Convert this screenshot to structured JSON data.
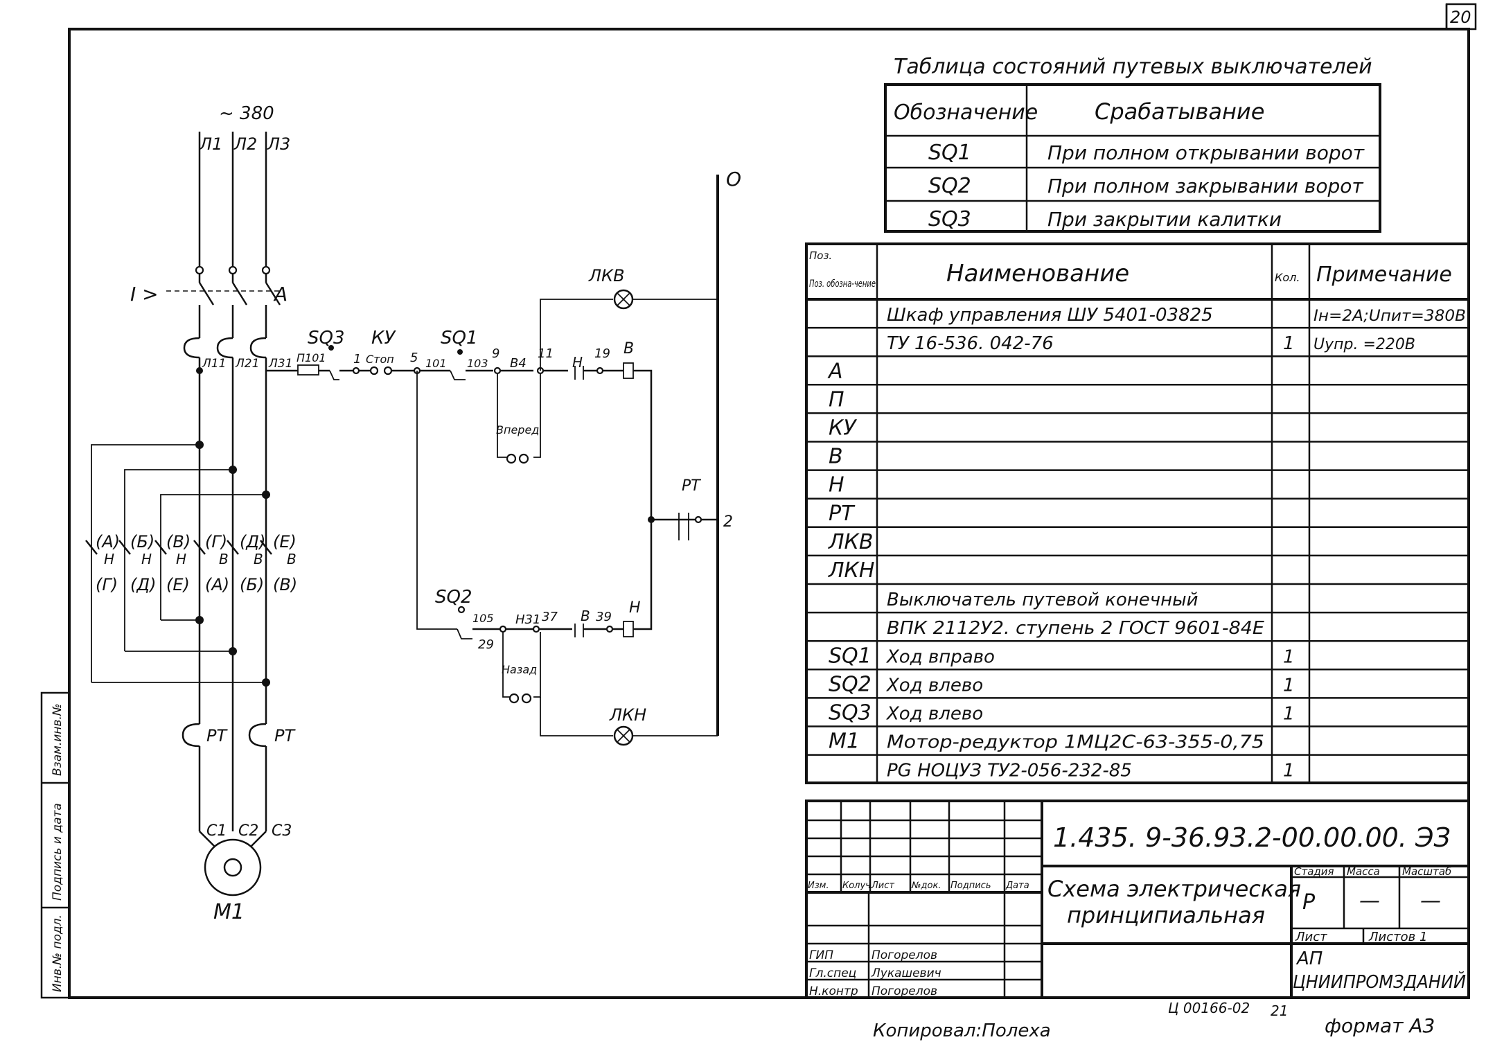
{
  "sheet_number": "20",
  "supply": {
    "voltage": "~ 380",
    "phases": [
      "Л1",
      "Л2",
      "Л3"
    ],
    "neutral": "О"
  },
  "power_circuit": {
    "breaker_left": "I >",
    "breaker_right": "А",
    "nodes": [
      "Л11",
      "Л21",
      "Л31"
    ],
    "contactor_top": [
      "(А)",
      "(Б)",
      "(В)",
      "(Г)",
      "(Д)",
      "(Е)"
    ],
    "contactor_mid": [
      "Н",
      "Н",
      "Н",
      "В",
      "В",
      "В"
    ],
    "contactor_bot": [
      "(Г)",
      "(Д)",
      "(Е)",
      "(А)",
      "(Б)",
      "(В)"
    ],
    "thermal": [
      "РТ",
      "РТ"
    ],
    "motor_terminals": [
      "С1",
      "С2",
      "С3"
    ],
    "motor": "М1"
  },
  "control_circuit": {
    "labels": {
      "fuse": "П101",
      "sq3": "SQ3",
      "ku": "КУ",
      "stop": "Стоп",
      "n1": "1",
      "n5": "5",
      "n101": "101",
      "sq1": "SQ1",
      "n103": "103",
      "n9": "9",
      "b4": "В4",
      "n11": "11",
      "h": "Н",
      "n19": "19",
      "b": "В",
      "forward": "Вперед",
      "lamp_kv": "ЛКВ",
      "rt": "РТ",
      "n2": "2",
      "sq2": "SQ2",
      "n105": "105",
      "n29": "29",
      "h31": "Н31",
      "n37": "37",
      "b2": "В",
      "n39": "39",
      "h2": "Н",
      "back": "Назад",
      "lamp_kn": "ЛКН"
    }
  },
  "switch_table": {
    "title": "Таблица состояний путевых выключателей",
    "headers": [
      "Обозначение",
      "Срабатывание"
    ],
    "rows": [
      [
        "SQ1",
        "При полном открывании ворот"
      ],
      [
        "SQ2",
        "При полном закрывании ворот"
      ],
      [
        "SQ3",
        "При закрытии калитки"
      ]
    ]
  },
  "spec_table": {
    "headers": [
      "Поз. обозна-чение",
      "Наименование",
      "Кол.",
      "Примечание"
    ],
    "rows": [
      [
        "",
        "Шкаф управления ШУ 5401-03825",
        "",
        "Iн=2А;Uпит=380В"
      ],
      [
        "",
        "ТУ 16-536. 042-76",
        "1",
        "Uупр. =220В"
      ],
      [
        "А",
        "",
        "",
        ""
      ],
      [
        "П",
        "",
        "",
        ""
      ],
      [
        "КУ",
        "",
        "",
        ""
      ],
      [
        "В",
        "",
        "",
        ""
      ],
      [
        "Н",
        "",
        "",
        ""
      ],
      [
        "РТ",
        "",
        "",
        ""
      ],
      [
        "ЛКВ",
        "",
        "",
        ""
      ],
      [
        "ЛКН",
        "",
        "",
        ""
      ],
      [
        "",
        "Выключатель путевой конечный",
        "",
        ""
      ],
      [
        "",
        "ВПК 2112У2. ступень 2 ГОСТ 9601-84Е",
        "",
        ""
      ],
      [
        "SQ1",
        "Ход вправо",
        "1",
        ""
      ],
      [
        "SQ2",
        "Ход влево",
        "1",
        ""
      ],
      [
        "SQ3",
        "Ход влево",
        "1",
        ""
      ],
      [
        "М1",
        "Мотор-редуктор 1МЦ2С-63-355-0,75",
        "",
        ""
      ],
      [
        "",
        "РG НОЦУЗ ТУ2-056-232-85",
        "1",
        ""
      ]
    ]
  },
  "title_block": {
    "code": "1.435. 9-36.93.2-00.00.00. ЭЗ",
    "title_line1": "Схема электрическая",
    "title_line2": "принципиальная",
    "col_headers": [
      "Изм.",
      "Колуч.",
      "Лист",
      "№док.",
      "Подпись",
      "Дата"
    ],
    "people": [
      [
        "ГИП",
        "Погорелов"
      ],
      [
        "Гл.спец",
        "Лукашевич"
      ],
      [
        "Н.контр",
        "Погорелов"
      ]
    ],
    "stage_header": "Стадия",
    "mass_header": "Масса",
    "scale_header": "Масштаб",
    "stage": "Р",
    "mass": "—",
    "scale": "—",
    "sheet_label": "Лист",
    "sheets_label": "Листов 1",
    "org1": "АП",
    "org2": "ЦНИИПРОМЗДАНИЙ"
  },
  "side_stamp": [
    "Взам.инв.№",
    "Подпись и дата",
    "Инв.№ подл."
  ],
  "footer": {
    "copied": "Копировал:Полеха",
    "order": "Ц 00166-02",
    "num": "21",
    "format": "формат А3"
  }
}
